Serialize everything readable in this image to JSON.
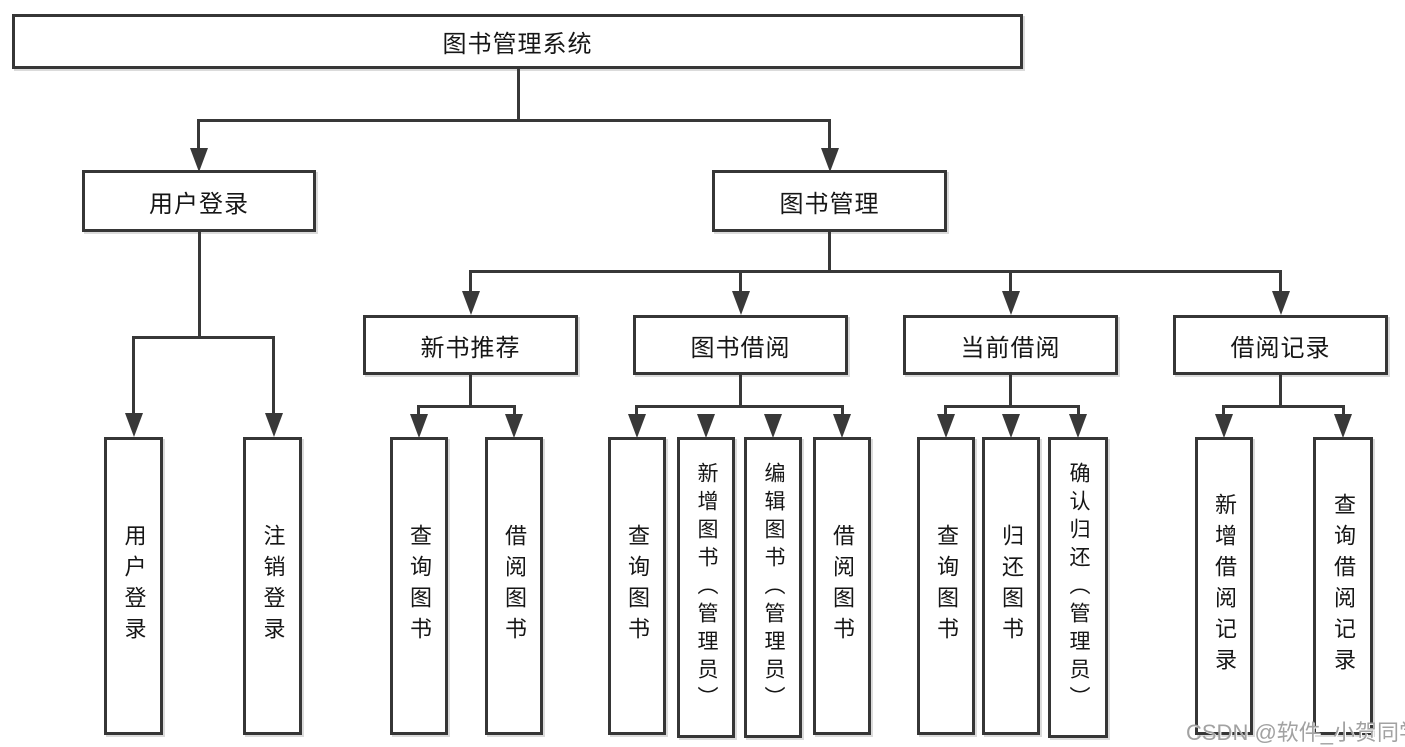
{
  "tree": {
    "root": {
      "label": "图书管理系统"
    },
    "branches": [
      {
        "label": "用户登录",
        "children": [
          {
            "label": "用户登录"
          },
          {
            "label": "注销登录"
          }
        ]
      },
      {
        "label": "图书管理",
        "children": [
          {
            "label": "新书推荐",
            "children": [
              {
                "label": "查询图书"
              },
              {
                "label": "借阅图书"
              }
            ]
          },
          {
            "label": "图书借阅",
            "children": [
              {
                "label": "查询图书"
              },
              {
                "label": "新增图书（管理员）"
              },
              {
                "label": "编辑图书（管理员）"
              },
              {
                "label": "借阅图书"
              }
            ]
          },
          {
            "label": "当前借阅",
            "children": [
              {
                "label": "查询图书"
              },
              {
                "label": "归还图书"
              },
              {
                "label": "确认归还（管理员）"
              }
            ]
          },
          {
            "label": "借阅记录",
            "children": [
              {
                "label": "新增借阅记录"
              },
              {
                "label": "查询借阅记录"
              }
            ]
          }
        ]
      }
    ]
  },
  "watermark": {
    "text": "CSDN @软件_小贺同学"
  },
  "colors": {
    "line": "#383838",
    "box_border": "#363636",
    "text": "#161616",
    "watermark": "#a2a2a2",
    "background": "#ffffff"
  }
}
